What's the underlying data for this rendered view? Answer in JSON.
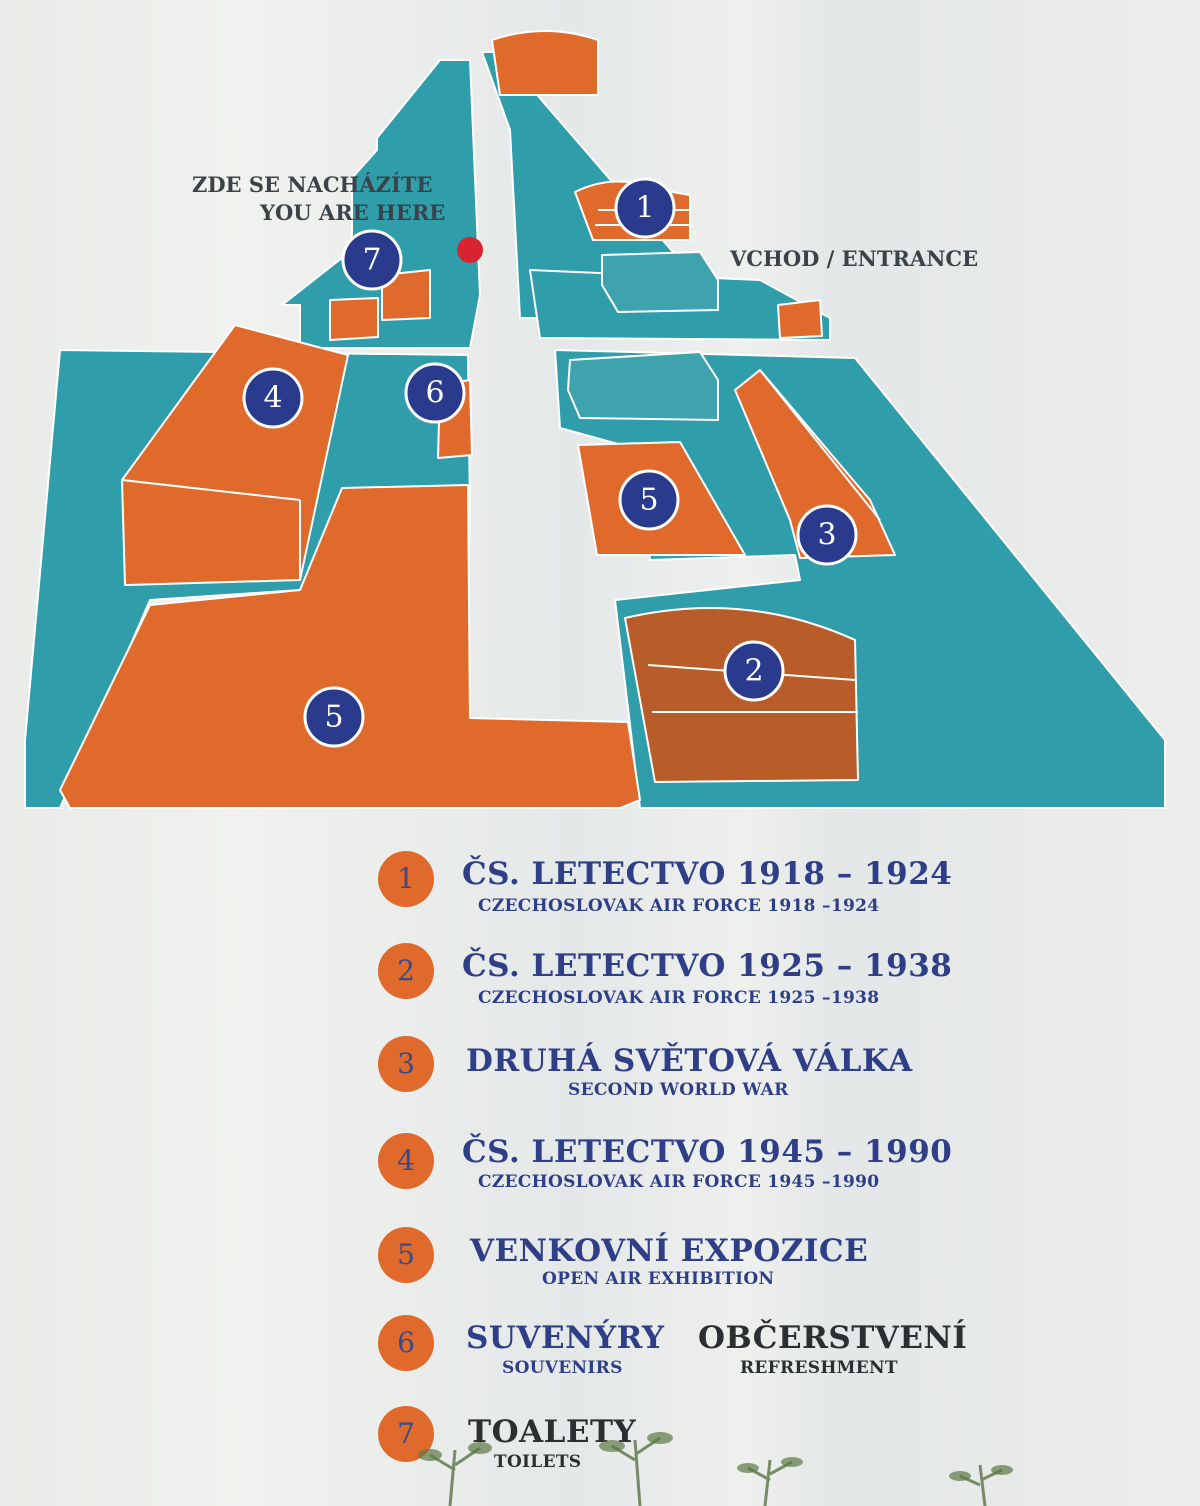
{
  "colors": {
    "teal": "#2f9daa",
    "orange": "#e06a2b",
    "brown": "#b85d2a",
    "badge_blue": "#2a3a8c",
    "marker_red": "#d9242f"
  },
  "map": {
    "you_are_here_cs": "ZDE SE NACHÁZÍTE",
    "you_are_here_en": "YOU ARE HERE",
    "entrance_label": "VCHOD / ENTRANCE",
    "markers": [
      "1",
      "7",
      "4",
      "6",
      "5",
      "3",
      "2",
      "5"
    ]
  },
  "legend": [
    {
      "num": "1",
      "title": "ČS. LETECTVO 1918 – 1924",
      "subtitle": "CZECHOSLOVAK AIR FORCE 1918 –1924"
    },
    {
      "num": "2",
      "title": "ČS. LETECTVO 1925 – 1938",
      "subtitle": "CZECHOSLOVAK AIR FORCE 1925 –1938"
    },
    {
      "num": "3",
      "title": "DRUHÁ SVĚTOVÁ VÁLKA",
      "subtitle": "SECOND WORLD WAR"
    },
    {
      "num": "4",
      "title": "ČS. LETECTVO 1945 – 1990",
      "subtitle": "CZECHOSLOVAK AIR FORCE 1945 –1990"
    },
    {
      "num": "5",
      "title": "VENKOVNÍ EXPOZICE",
      "subtitle": "OPEN AIR EXHIBITION"
    },
    {
      "num": "6",
      "title": "SUVENÝRY",
      "subtitle": "SOUVENIRS",
      "title2": "OBČERSTVENÍ",
      "subtitle2": "REFRESHMENT"
    },
    {
      "num": "7",
      "title": "TOALETY",
      "subtitle": "TOILETS"
    }
  ]
}
